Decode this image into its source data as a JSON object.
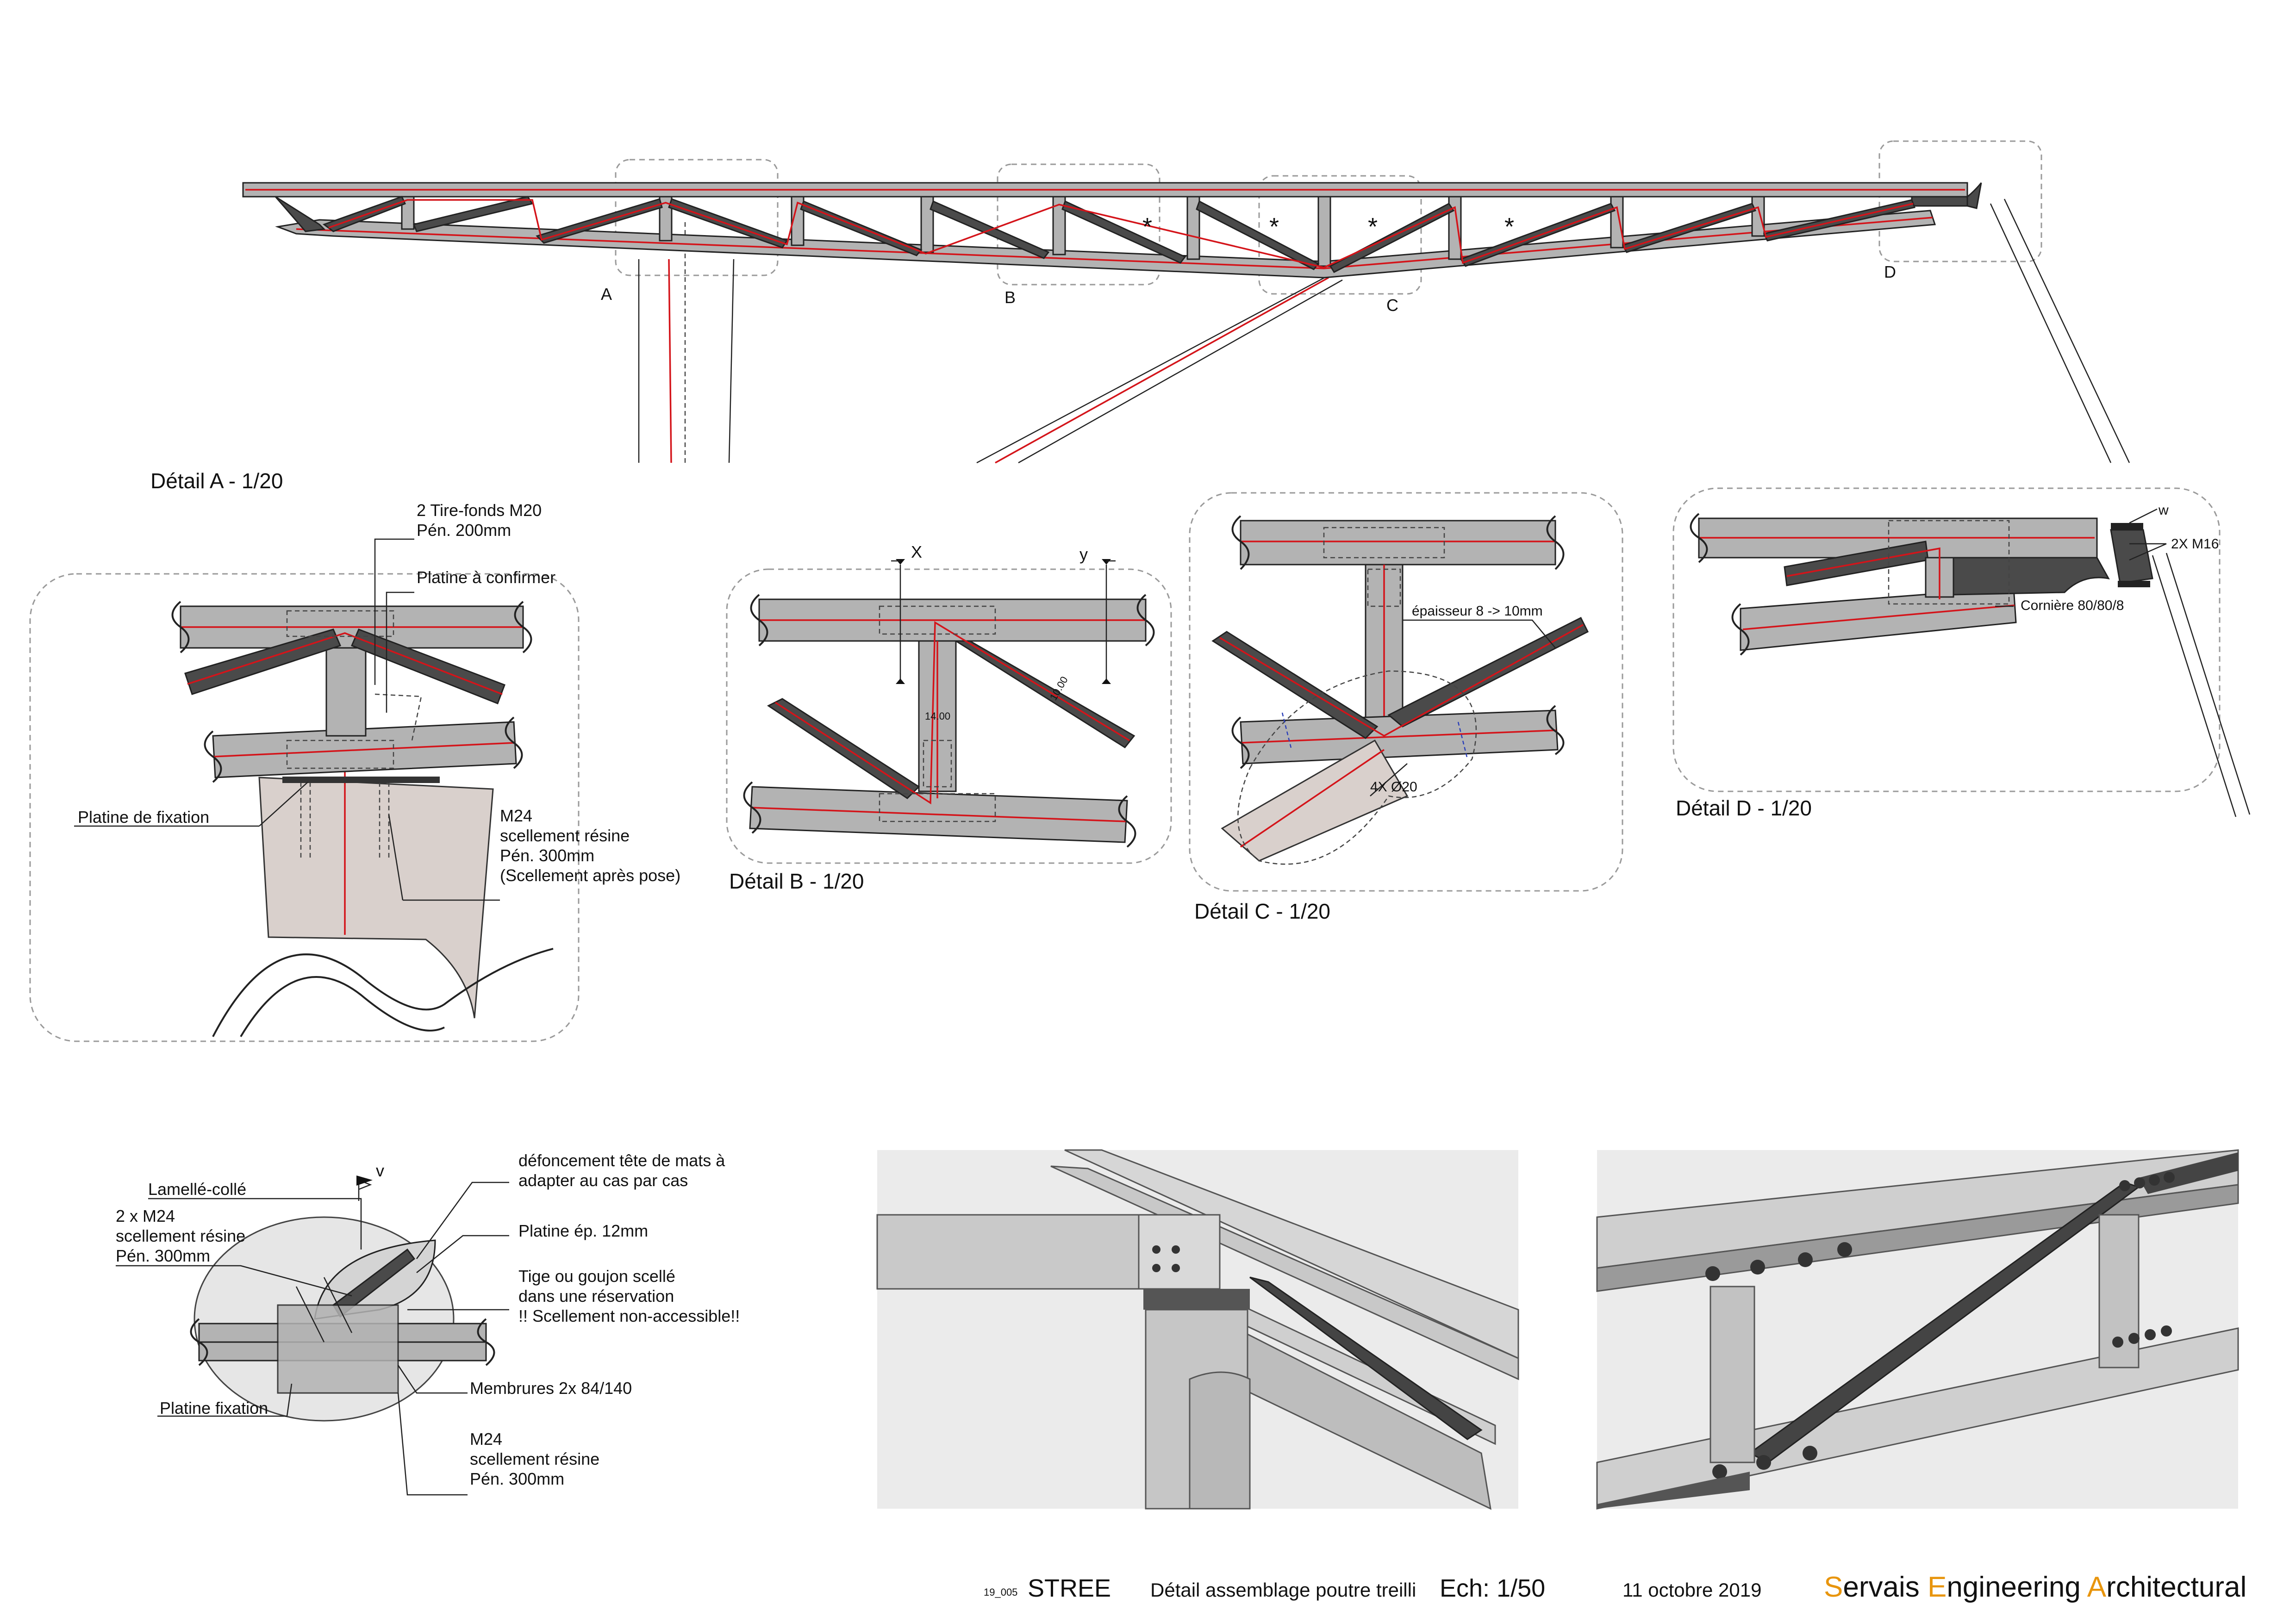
{
  "overview": {
    "labels": [
      "A",
      "B",
      "C",
      "D"
    ],
    "star": "*"
  },
  "detail_a": {
    "title": "Détail A - 1/20",
    "tire_fonds_1": "2 Tire-fonds M20",
    "tire_fonds_2": "Pén. 200mm",
    "platine_confirm": "Platine à confirmer",
    "platine_fix": "Platine de fixation",
    "m24_1": "M24",
    "m24_2": "scellement résine",
    "m24_3": "Pén. 300mm",
    "m24_4": "(Scellement après pose)"
  },
  "detail_b": {
    "title": "Détail B - 1/20",
    "x": "X",
    "y": "y",
    "dim_1": "14.00",
    "dim_2": "10.00"
  },
  "detail_c": {
    "title": "Détail C - 1/20",
    "epaisseur": "épaisseur 8 -> 10mm",
    "bolts": "4X Ø20"
  },
  "detail_d": {
    "title": "Détail D - 1/20",
    "w": "w",
    "m16": "2X M16",
    "corniere": "Cornière 80/80/8"
  },
  "section": {
    "v": "v",
    "lamelle": "Lamellé-collé",
    "m24_top_1": "2 x M24",
    "m24_top_2": "scellement résine",
    "m24_top_3": "Pén. 300mm",
    "defonce_1": "défoncement tête de mats à",
    "defonce_2": "adapter au cas par cas",
    "platine_ep": "Platine ép. 12mm",
    "tige_1": "Tige ou goujon scellé",
    "tige_2": "dans une réservation",
    "tige_3": "!! Scellement non-accessible!!",
    "membrures": "Membrures 2x 84/140",
    "platine_fix": "Platine fixation",
    "m24_bot_1": "M24",
    "m24_bot_2": "scellement résine",
    "m24_bot_3": "Pén. 300mm"
  },
  "title_block": {
    "code": "19_005",
    "project": "STREE",
    "description": "Détail assemblage poutre treilli",
    "scale": "Ech: 1/50",
    "date": "11 octobre 2019",
    "brand_initials": [
      "S",
      "E",
      "A"
    ],
    "brand_rest": [
      "ervais ",
      "ngineering ",
      "rchitectural"
    ],
    "brand_accent": "#e8950d"
  },
  "colors": {
    "timber": "#b3b3b3",
    "steel": "#4a4a4a",
    "axis": "#d4141a",
    "post": "#d9d0cc"
  }
}
